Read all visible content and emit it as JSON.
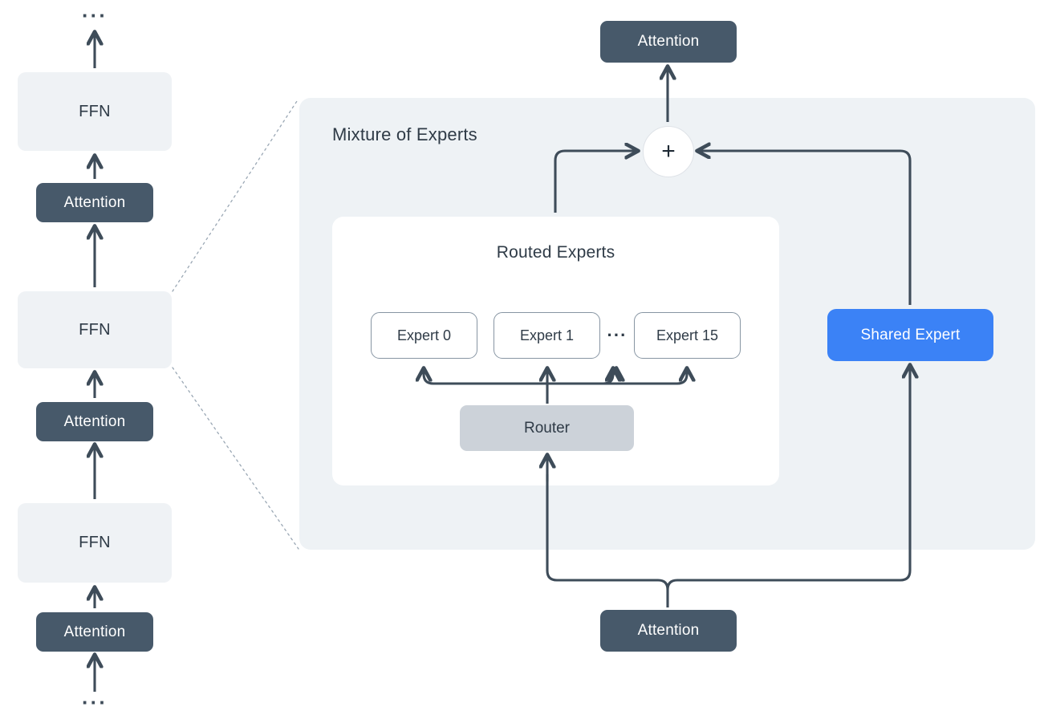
{
  "diagram": {
    "title": "Mixture of Experts",
    "colors": {
      "attention_fill": "#47596a",
      "ffn_fill": "#eff2f5",
      "moe_panel_fill": "#eef2f5",
      "routed_card_fill": "#ffffff",
      "router_fill": "#ccd2d9",
      "shared_expert_fill": "#3b82f6",
      "edge_stroke": "#3e4c59",
      "text_dark": "#2f3b47"
    }
  },
  "left_stack": {
    "top_ellipsis": "···",
    "bottom_ellipsis": "···",
    "blocks": [
      {
        "label": "FFN",
        "kind": "ffn"
      },
      {
        "label": "Attention",
        "kind": "attention"
      },
      {
        "label": "FFN",
        "kind": "ffn"
      },
      {
        "label": "Attention",
        "kind": "attention"
      },
      {
        "label": "FFN",
        "kind": "ffn"
      },
      {
        "label": "Attention",
        "kind": "attention"
      }
    ]
  },
  "moe": {
    "panel_title": "Mixture of Experts",
    "output_attention": "Attention",
    "input_attention": "Attention",
    "combine_symbol": "+",
    "routed": {
      "title": "Routed Experts",
      "experts": [
        {
          "label": "Expert 0"
        },
        {
          "label": "Expert 1"
        },
        {
          "label": "Expert 15"
        }
      ],
      "expert_ellipsis": "···",
      "router_label": "Router"
    },
    "shared_expert_label": "Shared Expert"
  }
}
